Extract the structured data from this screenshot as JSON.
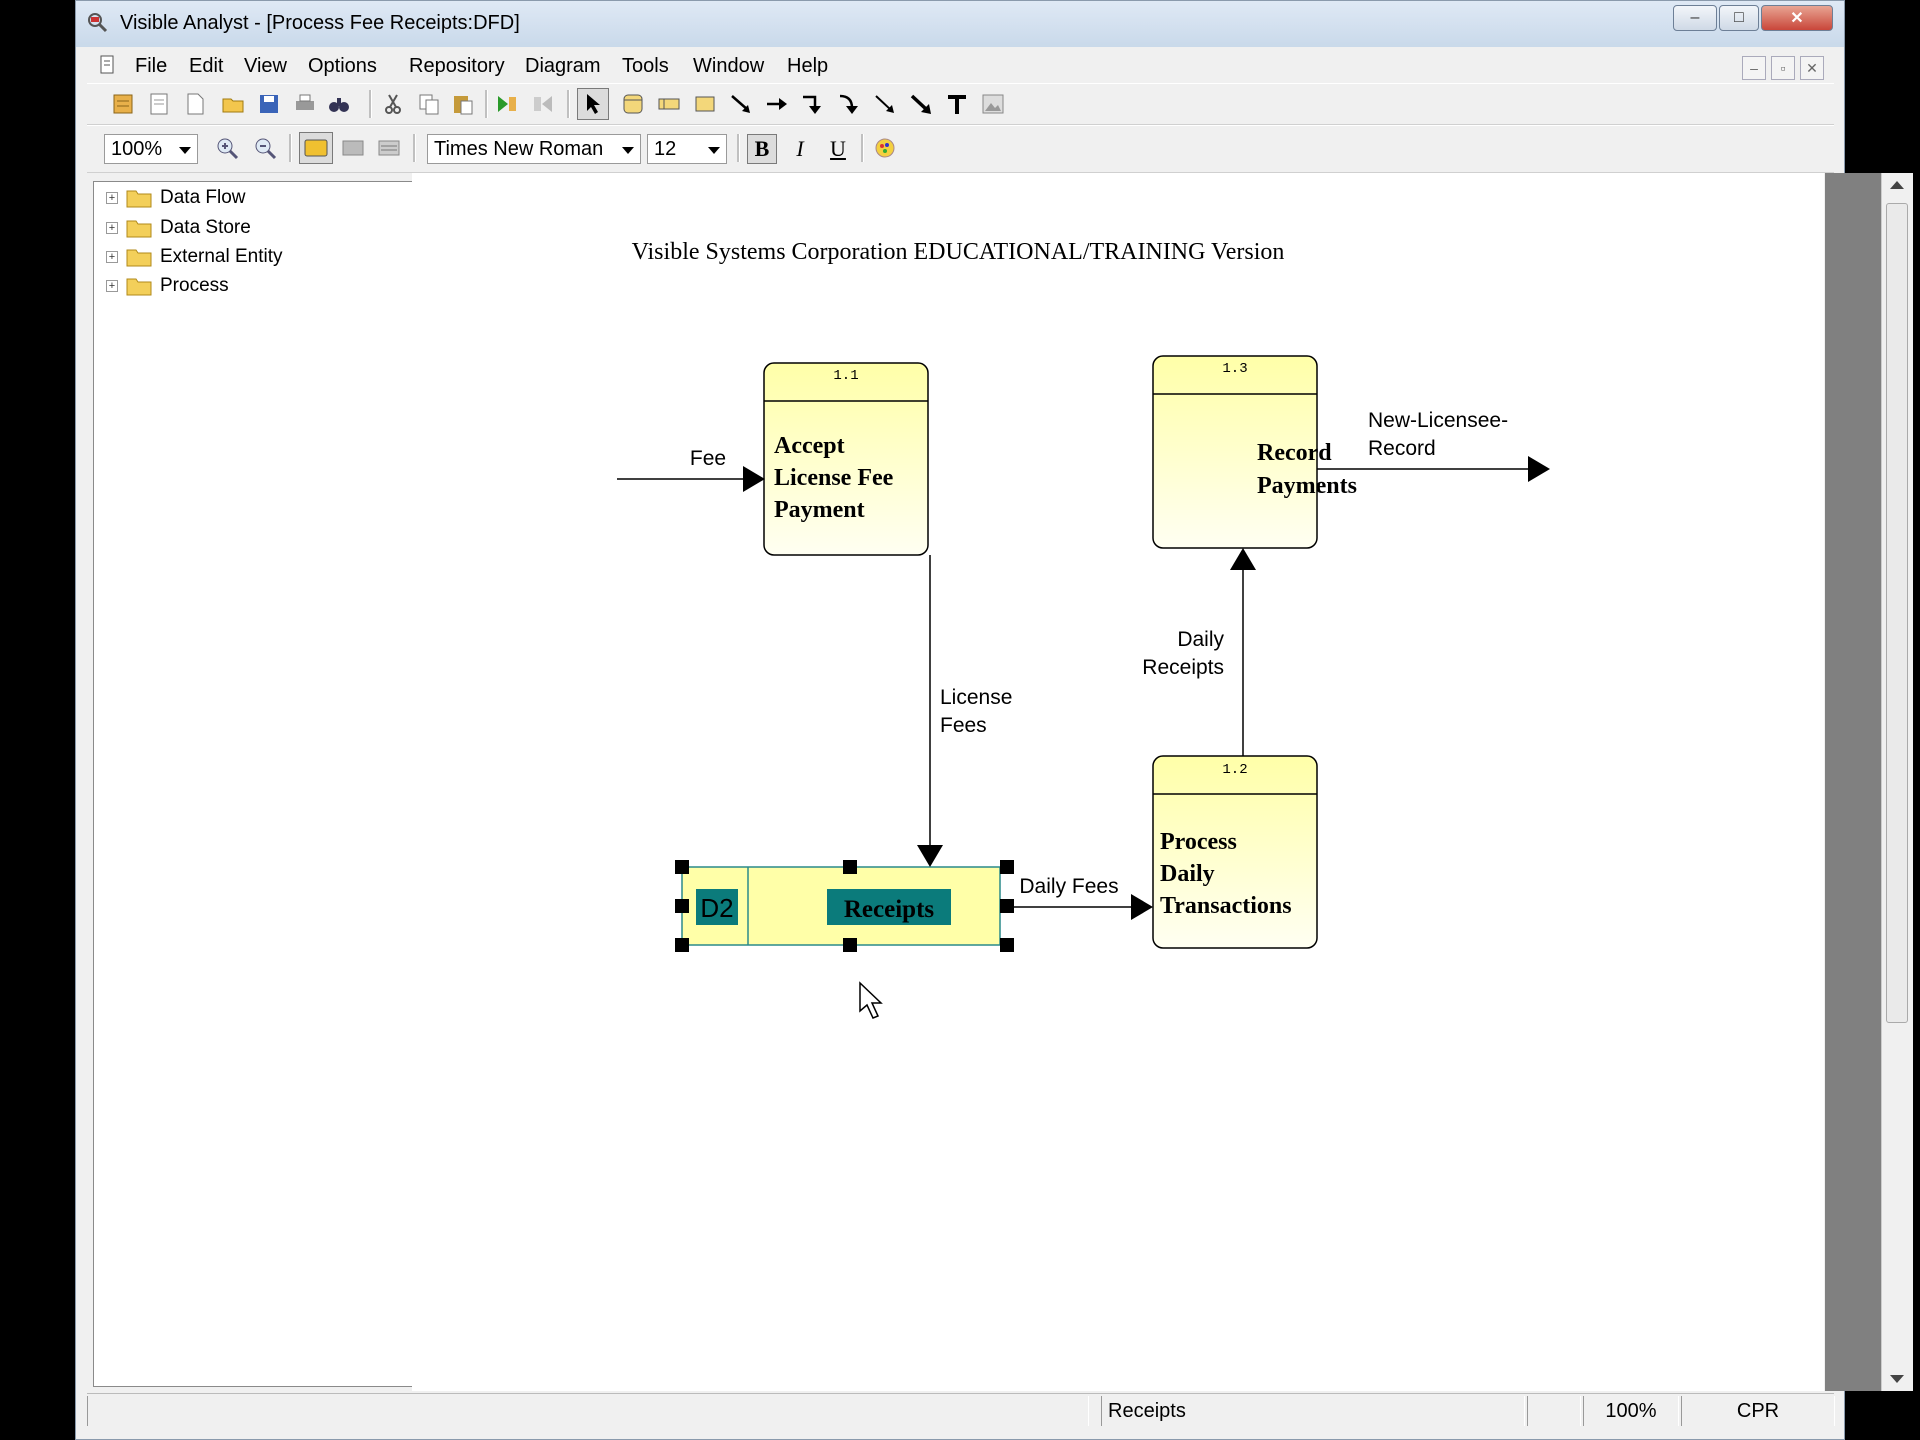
{
  "window": {
    "title": "Visible Analyst - [Process Fee Receipts:DFD]",
    "controls": {
      "minimize": "‒",
      "maximize": "□",
      "close": "✕"
    }
  },
  "menu": [
    "File",
    "Edit",
    "View",
    "Options",
    "Repository",
    "Diagram",
    "Tools",
    "Window",
    "Help"
  ],
  "toolbar2": {
    "zoom": "100%",
    "font": "Times New Roman",
    "size": "12",
    "bold": "B",
    "italic": "I",
    "underline": "U"
  },
  "tree": {
    "items": [
      {
        "label": "Data Flow",
        "expander": "+"
      },
      {
        "label": "Data Store",
        "expander": "+"
      },
      {
        "label": "External Entity",
        "expander": "+"
      },
      {
        "label": "Process",
        "expander": "+"
      }
    ]
  },
  "diagram": {
    "watermark": "Visible Systems Corporation EDUCATIONAL/TRAINING Version",
    "processes": [
      {
        "id": "1.1",
        "lines": [
          "Accept",
          "License Fee",
          "Payment"
        ]
      },
      {
        "id": "1.3",
        "lines": [
          "Record",
          "Payments"
        ]
      },
      {
        "id": "1.2",
        "lines": [
          "Process",
          "Daily",
          "Transactions"
        ]
      }
    ],
    "datastore": {
      "id": "D2",
      "label": "Receipts"
    },
    "flows": {
      "fee": "Fee",
      "license_fees": [
        "License",
        "Fees"
      ],
      "daily_fees": "Daily Fees",
      "daily_receipts": [
        "Daily",
        "Receipts"
      ],
      "new_licensee": [
        "New-Licensee-",
        "Record"
      ]
    }
  },
  "status": {
    "selection": "Receipts",
    "zoom": "100%",
    "mode": "CPR"
  },
  "colors": {
    "process_fill": "#ffffc4",
    "selection_highlight": "#0b7b7b"
  }
}
